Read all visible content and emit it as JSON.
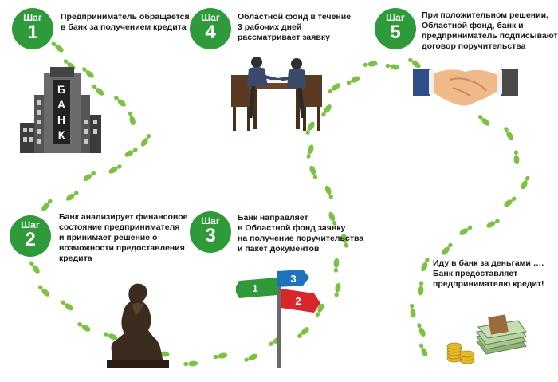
{
  "steps": [
    {
      "badge": "Шаг",
      "number": "1",
      "text": "Предприниматель обращается\nв банк за получением кредита"
    },
    {
      "badge": "Шаг",
      "number": "2",
      "text": "Банк анализирует финансовое\nсостояние предпринимателя\nи принимает решение о\nвозможности предоставления\nкредита"
    },
    {
      "badge": "Шаг",
      "number": "3",
      "text": "Банк направляет\nв Областной фонд заявку\nна получение поручительства\nи пакет документов"
    },
    {
      "badge": "Шаг",
      "number": "4",
      "text": "Областной фонд в течение\n3 рабочих дней\nрассматривает заявку"
    },
    {
      "badge": "Шаг",
      "number": "5",
      "text": "При положительном решении,\nОбластной фонд, банк и\nпредприниматель подписывают\nдоговор поручительства"
    }
  ],
  "final_text": "Иду в банк за деньгами ….\nБанк предоставляет\nпредпринимателю кредит!",
  "bank_sign": [
    "Б",
    "А",
    "Н",
    "К"
  ],
  "signpost": {
    "left": "1",
    "top": "3",
    "bottom": "2"
  },
  "colors": {
    "badge": "#2e9a3a",
    "footprint": "#7cc242",
    "sign_green": "#2e9a3a",
    "sign_blue": "#1e73be",
    "sign_red": "#d9262b"
  },
  "icons": [
    "footprint-trail",
    "bank-building-icon",
    "thinker-statue-icon",
    "signpost-icon",
    "meeting-table-icon",
    "handshake-icon",
    "money-stack-icon"
  ]
}
